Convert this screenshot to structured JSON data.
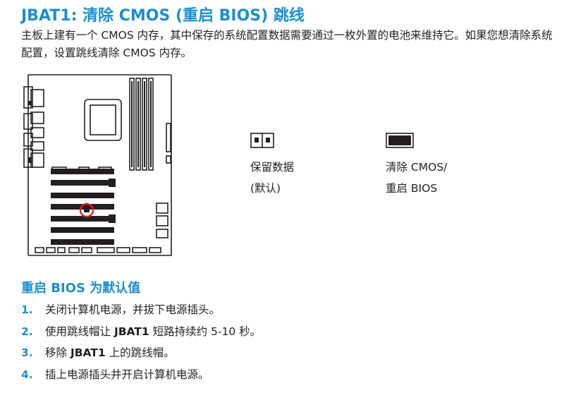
{
  "title": "JBAT1: 清除 CMOS (重启 BIOS) 跳线",
  "intro": "主板上建有一个 CMOS 内存，其中保存的系统配置数据需要通过一枚外置的电池来维持它。如果您想清除系统配置，设置跳线清除 CMOS 内存。",
  "jumpers": {
    "keep": {
      "line1": "保留数据",
      "line2": "(默认)"
    },
    "clear": {
      "line1": "清除 CMOS/",
      "line2": "重启 BIOS"
    }
  },
  "colors": {
    "accent": "#1a8fd0",
    "highlight": "#e02020",
    "text": "#231f20"
  },
  "subheading": "重启 BIOS 为默认值",
  "steps": [
    {
      "num": "1.",
      "pre": "关闭计算机电源，并拔下电源插头。",
      "bold": "",
      "post": ""
    },
    {
      "num": "2.",
      "pre": "使用跳线帽让 ",
      "bold": "JBAT1",
      "post": " 短路持续约 5-10 秒。"
    },
    {
      "num": "3.",
      "pre": "移除 ",
      "bold": "JBAT1",
      "post": " 上的跳线帽。"
    },
    {
      "num": "4.",
      "pre": "插上电源插头并开启计算机电源。",
      "bold": "",
      "post": ""
    }
  ]
}
